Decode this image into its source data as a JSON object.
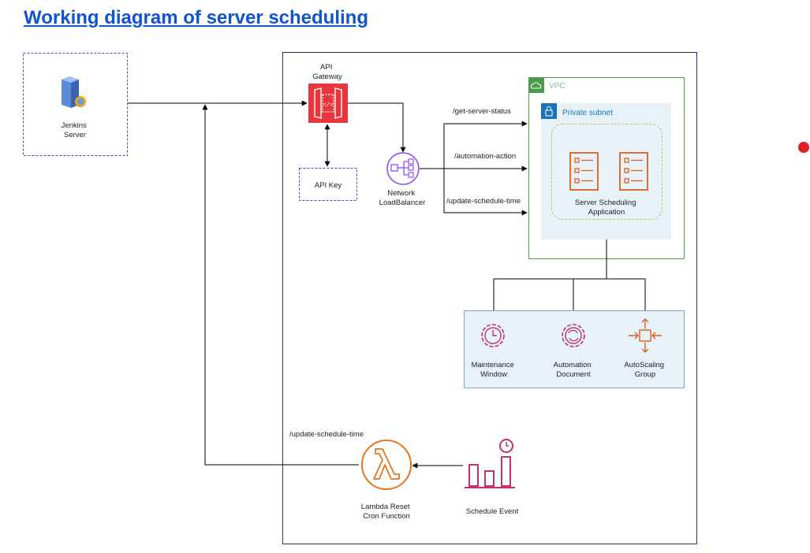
{
  "title": "Working diagram of server scheduling",
  "nodes": {
    "jenkins": [
      "Jenkins",
      "Server"
    ],
    "api_gateway": [
      "API",
      "Gateway"
    ],
    "api_key": "API Key",
    "nlb": [
      "Network",
      "LoadBalancer"
    ],
    "vpc": "VPC",
    "private_subnet": "Private subnet",
    "app": [
      "Server Scheduling",
      "Application"
    ],
    "maintenance": [
      "Maintenance",
      "Window"
    ],
    "automation": [
      "Automation",
      "Document"
    ],
    "autoscaling": [
      "AutoScaling",
      "Group"
    ],
    "lambda": [
      "Lambda Reset",
      "Cron Function"
    ],
    "schedule": "Schedule Event"
  },
  "routes": {
    "get_status": "/get-server-status",
    "automation_action": "/automation-action",
    "update_schedule": "/update-schedule-time",
    "lambda_update_schedule": "/update-schedule-time"
  },
  "colors": {
    "title": "#1155cc",
    "api_gateway": "#e7373d",
    "lambda": "#e8731d",
    "ec2": "#d9601f",
    "nlb": "#8c4fff",
    "management": "#c7306c",
    "vpc_border": "#4c9b4c",
    "subnet_fill": "#e6f2f8",
    "status_dot": "#e02020"
  }
}
